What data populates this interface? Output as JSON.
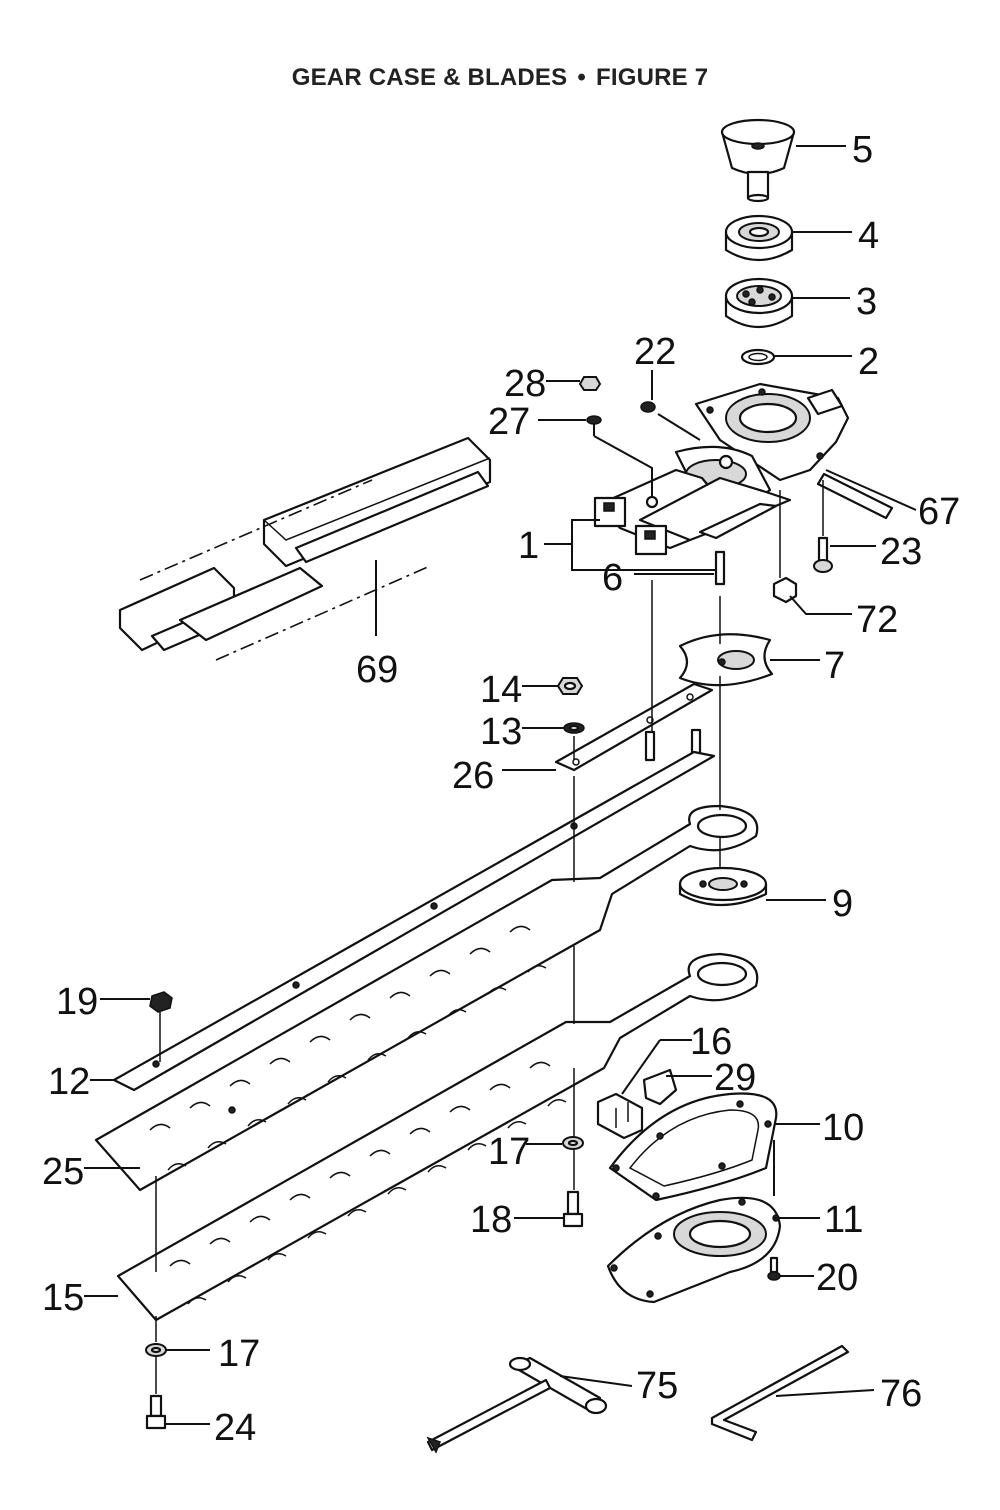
{
  "header": {
    "title_left": "GEAR CASE & BLADES",
    "separator": "•",
    "title_right": "FIGURE 7"
  },
  "callouts": {
    "c1": "1",
    "c2": "2",
    "c3": "3",
    "c4": "4",
    "c5": "5",
    "c6": "6",
    "c7": "7",
    "c9": "9",
    "c10": "10",
    "c11": "11",
    "c12": "12",
    "c13": "13",
    "c14": "14",
    "c15": "15",
    "c16": "16",
    "c17a": "17",
    "c17b": "17",
    "c18": "18",
    "c19": "19",
    "c20": "20",
    "c22": "22",
    "c23": "23",
    "c24": "24",
    "c25": "25",
    "c26": "26",
    "c27": "27",
    "c28": "28",
    "c29": "29",
    "c67": "67",
    "c69": "69",
    "c72": "72",
    "c75": "75",
    "c76": "76"
  },
  "colors": {
    "ink": "#111111",
    "background": "#ffffff"
  }
}
